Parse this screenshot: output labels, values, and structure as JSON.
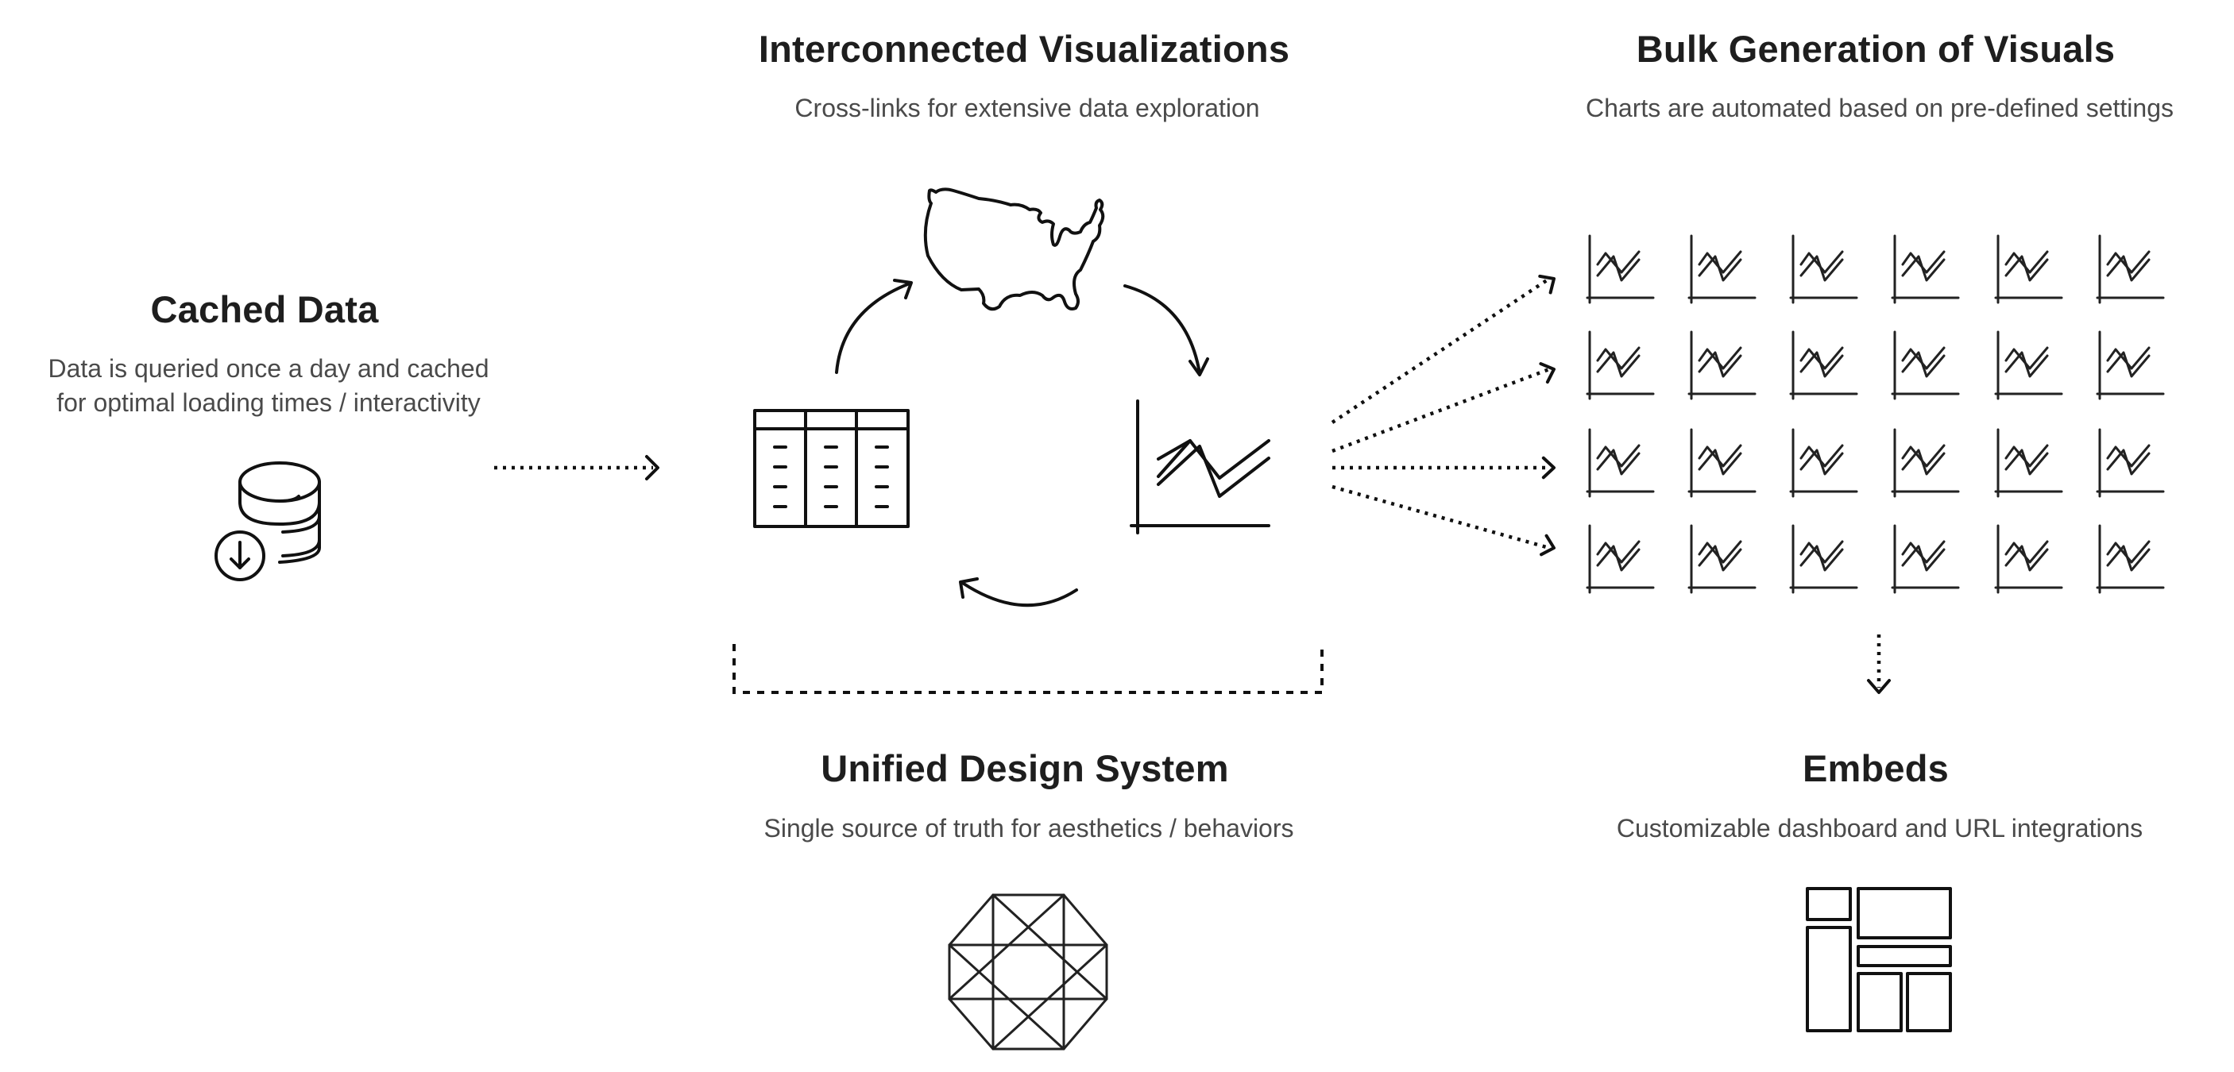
{
  "sections": {
    "cached_data": {
      "title": "Cached Data",
      "description_lines": [
        "Data is queried once a day and cached",
        "for optimal loading times / interactivity"
      ],
      "icon": "database-download-icon"
    },
    "interconnected": {
      "title": "Interconnected Visualizations",
      "description": "Cross-links for extensive data exploration",
      "icons": [
        "us-map-icon",
        "table-icon",
        "line-chart-icon",
        "cycle-arrow-icon"
      ]
    },
    "bulk_generation": {
      "title": "Bulk Generation of Visuals",
      "description": "Charts are automated based on pre-defined settings",
      "grid": {
        "rows": 4,
        "columns": 6,
        "icon": "mini-line-chart-icon"
      }
    },
    "unified_design": {
      "title": "Unified Design System",
      "description": "Single source of truth for aesthetics / behaviors",
      "icon": "octagon-grid-icon"
    },
    "embeds": {
      "title": "Embeds",
      "description": "Customizable dashboard and URL integrations",
      "icon": "dashboard-layout-icon"
    }
  },
  "connectors": [
    {
      "from": "cached_data",
      "to": "interconnected",
      "style": "dotted-arrow"
    },
    {
      "from": "interconnected",
      "to": "bulk_generation",
      "style": "dotted-fan-arrows",
      "count": 4
    },
    {
      "from": "bulk_generation",
      "to": "embeds",
      "style": "dotted-arrow"
    },
    {
      "from": "interconnected",
      "to": "unified_design",
      "style": "dashed-bracket"
    }
  ],
  "colors": {
    "title": "#1e1e1e",
    "description": "#4a4a4a",
    "stroke": "#111111",
    "background": "#ffffff"
  }
}
